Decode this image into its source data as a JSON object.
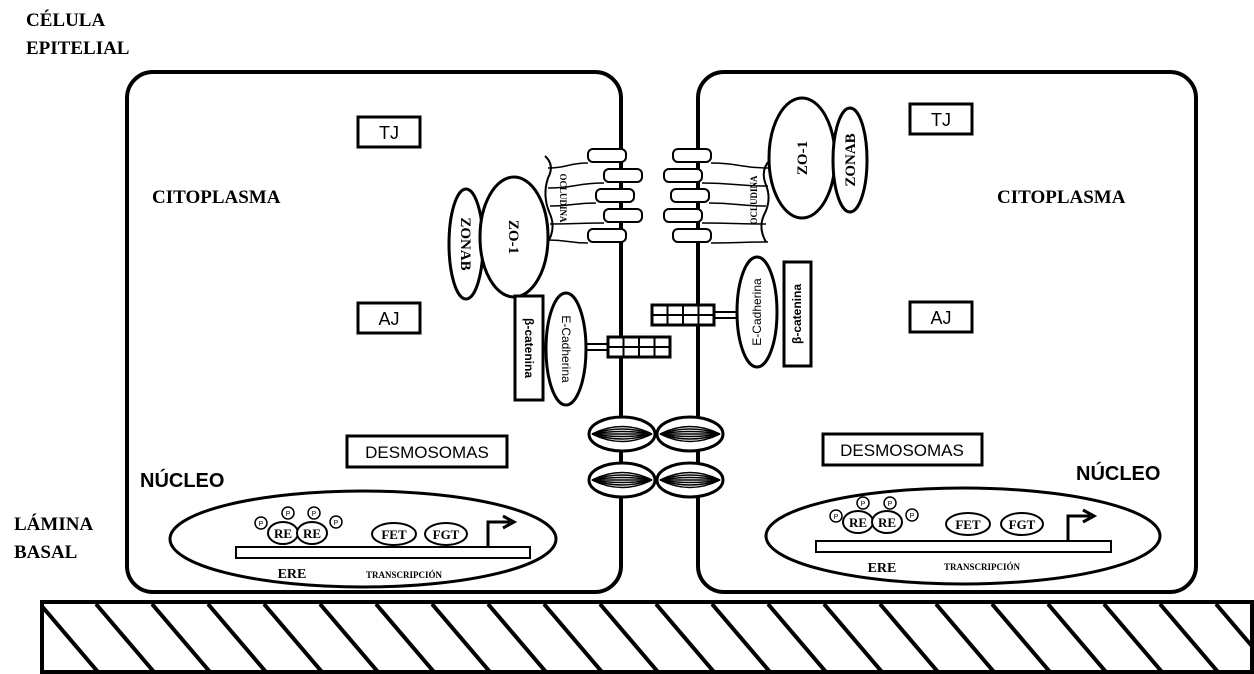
{
  "title": [
    "CÉLULA",
    "EPITELIAL"
  ],
  "basal_label": [
    "LÁMINA",
    "BASAL"
  ],
  "left_cell": {
    "citoplasma": "CITOPLASMA",
    "tj": "TJ",
    "aj": "AJ",
    "desmosomas": "DESMOSOMAS",
    "nucleo": "NÚCLEO",
    "zonab": "ZONAB",
    "zo1": "ZO-1",
    "occludina": "OCLUDINA",
    "beta_catenina": "β-catenina",
    "e_cadherina": "E-Cadherina",
    "re": "RE",
    "p": "P",
    "fet": "FET",
    "fgt": "FGT",
    "ere": "ERE",
    "transcripcion": "TRANSCRIPCIÓN"
  },
  "right_cell": {
    "citoplasma": "CITOPLASMA",
    "tj": "TJ",
    "aj": "AJ",
    "desmosomas": "DESMOSOMAS",
    "nucleo": "NÚCLEO",
    "zonab": "ZONAB",
    "zo1": "ZO-1",
    "occludina": "OCLUDINA",
    "beta_catenina": "β-catenina",
    "e_cadherina": "E-Cadherina",
    "re": "RE",
    "p": "P",
    "fet": "FET",
    "fgt": "FGT",
    "ere": "ERE",
    "transcripcion": "TRANSCRIPCIÓN"
  }
}
